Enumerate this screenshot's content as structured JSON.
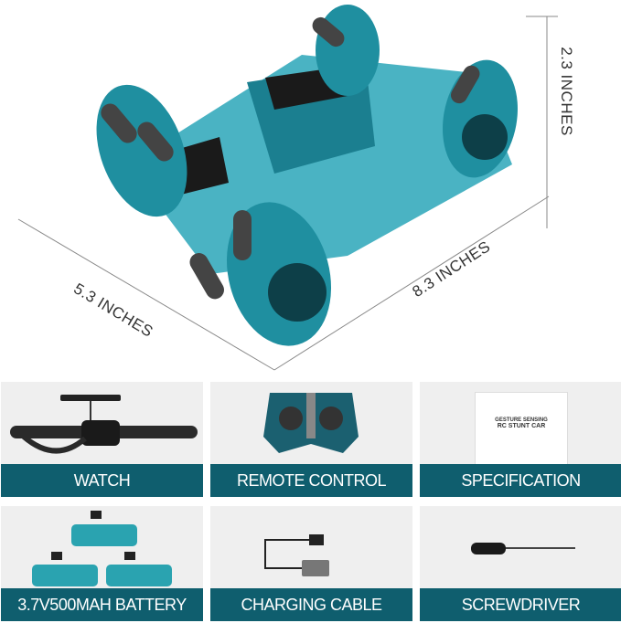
{
  "dimensions": {
    "height": "2.3 INCHES",
    "length": "8.3 INCHES",
    "width": "5.3 INCHES"
  },
  "accessories": [
    {
      "label": "WATCH",
      "icon": "watch-icon"
    },
    {
      "label": "REMOTE CONTROL",
      "icon": "remote-control-icon"
    },
    {
      "label": "SPECIFICATION",
      "icon": "manual-icon",
      "card_line1": "GESTURE SENSING",
      "card_line2": "RC STUNT CAR"
    },
    {
      "label": "3.7V500MAH BATTERY",
      "icon": "battery-icon"
    },
    {
      "label": "CHARGING CABLE",
      "icon": "usb-cable-icon"
    },
    {
      "label": "SCREWDRIVER",
      "icon": "screwdriver-icon"
    }
  ],
  "colors": {
    "band": "#0f5e6e",
    "car": "#2aa6b8"
  }
}
